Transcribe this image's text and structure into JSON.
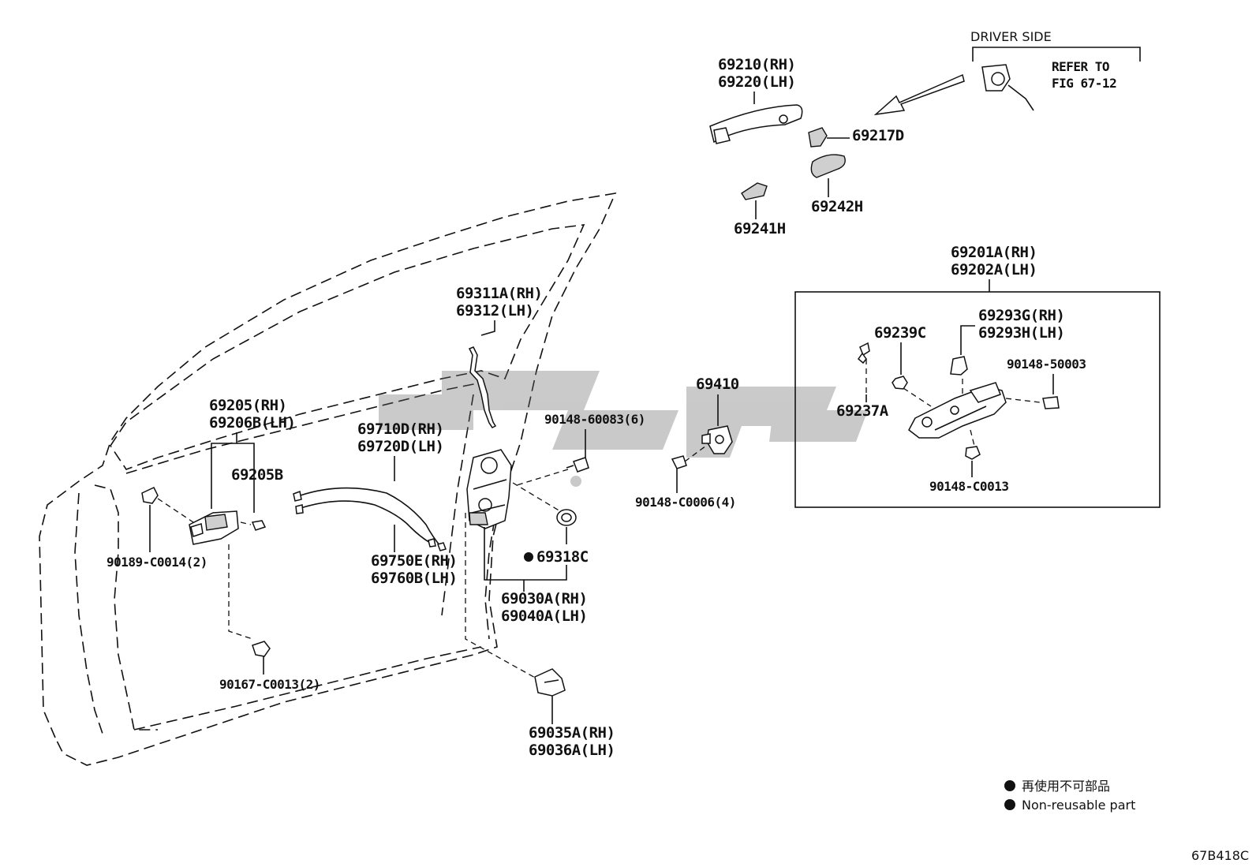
{
  "title_driver_side": "DRIVER SIDE",
  "refer_note": [
    "REFER TO",
    "FIG 67-12"
  ],
  "watermark_text": "ہی پی سی",
  "labels": {
    "p69210": [
      "69210(RH)",
      "69220(LH)"
    ],
    "p69217D": "69217D",
    "p69241H": "69241H",
    "p69242H": "69242H",
    "p69201A": [
      "69201A(RH)",
      "69202A(LH)"
    ],
    "p69239C": "69239C",
    "p69293G": [
      "69293G(RH)",
      "69293H(LH)"
    ],
    "p90148_50003": "90148-50003",
    "p69237A": "69237A",
    "p90148_C0013": "90148-C0013",
    "p69410": "69410",
    "p90148_C0006": "90148-C0006(4)",
    "p90148_60083": "90148-60083(6)",
    "p69311A": [
      "69311A(RH)",
      "69312(LH)"
    ],
    "p69710D": [
      "69710D(RH)",
      "69720D(LH)"
    ],
    "p69750E": [
      "69750E(RH)",
      "69760B(LH)"
    ],
    "p69318C": "69318C",
    "p69030A": [
      "69030A(RH)",
      "69040A(LH)"
    ],
    "p69035A": [
      "69035A(RH)",
      "69036A(LH)"
    ],
    "p69205": [
      "69205(RH)",
      "69206B(LH)"
    ],
    "p69205B": "69205B",
    "p90189": "90189-C0014(2)",
    "p90167": "90167-C0013(2)"
  },
  "legend": {
    "jp": "再使用不可部品",
    "en": "Non-reusable part"
  },
  "figure_code": "67B418C"
}
